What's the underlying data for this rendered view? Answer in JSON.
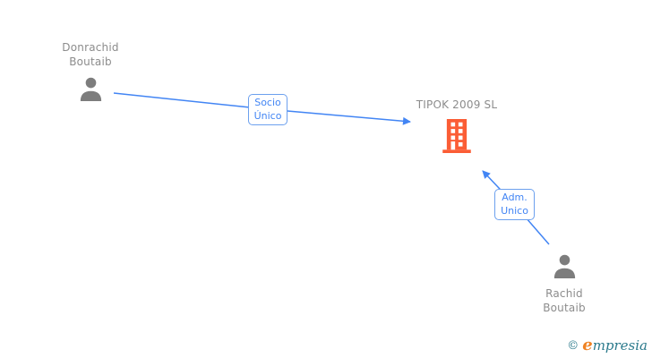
{
  "diagram": {
    "title": "company-relations-graph",
    "nodes": {
      "person1": {
        "name": "Donrachid Boutaib",
        "type": "person",
        "icon": "person-icon"
      },
      "company": {
        "name": "TIPOK 2009 SL",
        "type": "company",
        "icon": "building-icon"
      },
      "person2": {
        "name": "Rachid Boutaib",
        "type": "person",
        "icon": "person-icon"
      }
    },
    "edges": [
      {
        "from": "person1",
        "to": "company",
        "label": "Socio Único"
      },
      {
        "from": "person2",
        "to": "company",
        "label": "Adm. Unico"
      }
    ]
  },
  "colors": {
    "edge_blue": "#4285f4",
    "edge_label_border": "#6ca0ee",
    "company_orange": "#fb5d35",
    "person_gray": "#7d7d7d",
    "label_text_gray": "#8c8c8c",
    "logo_teal": "#2b7a8c",
    "logo_orange": "#ef8223",
    "background": "#ffffff"
  },
  "footer": {
    "copyright": "©",
    "brand_initial": "e",
    "brand_rest": "mpresia"
  }
}
